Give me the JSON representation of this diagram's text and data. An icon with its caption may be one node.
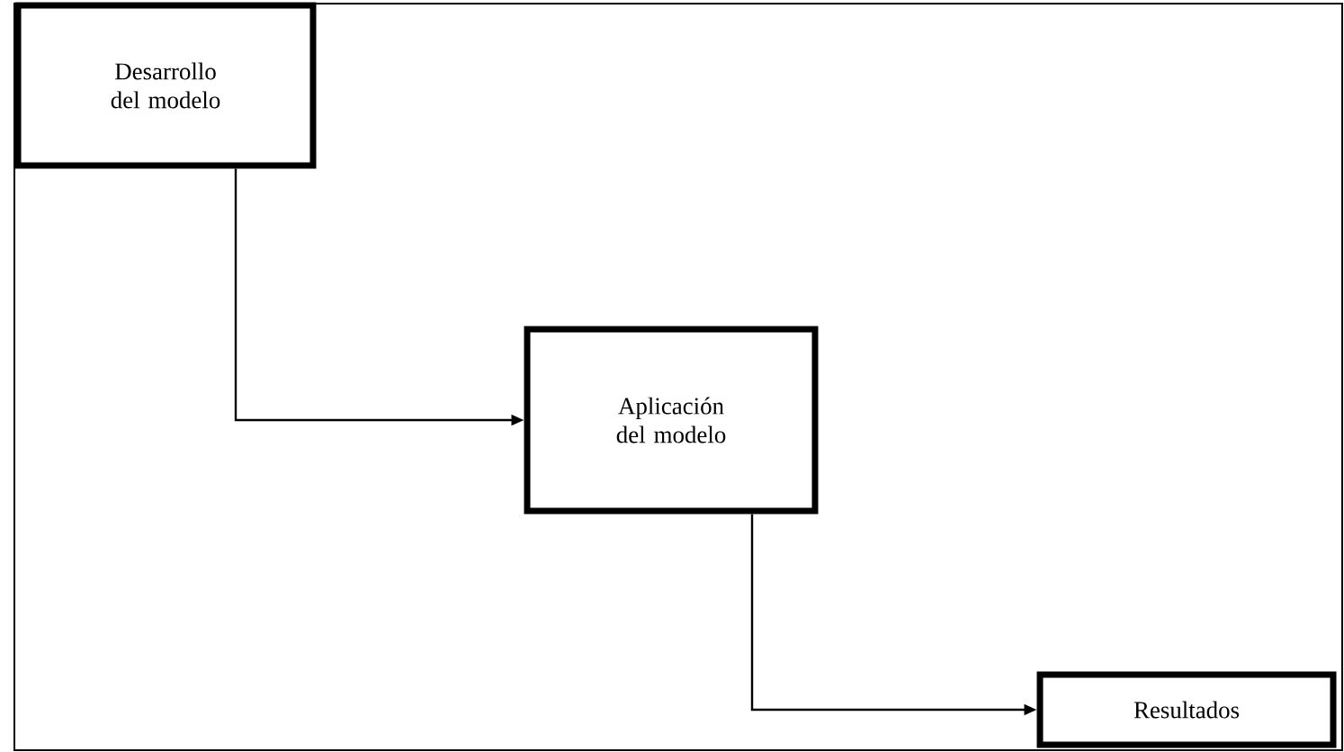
{
  "diagram": {
    "nodes": [
      {
        "text": [
          "Desarrollo del modelo"
        ]
      },
      {
        "text": [
          "Aplicación del modelo"
        ]
      },
      {
        "text": [
          "Resultados"
        ]
      }
    ],
    "edges": [
      {
        "from": 0,
        "to": 1,
        "arrow": "to"
      },
      {
        "from": 1,
        "to": 2,
        "arrow": "to"
      }
    ]
  }
}
